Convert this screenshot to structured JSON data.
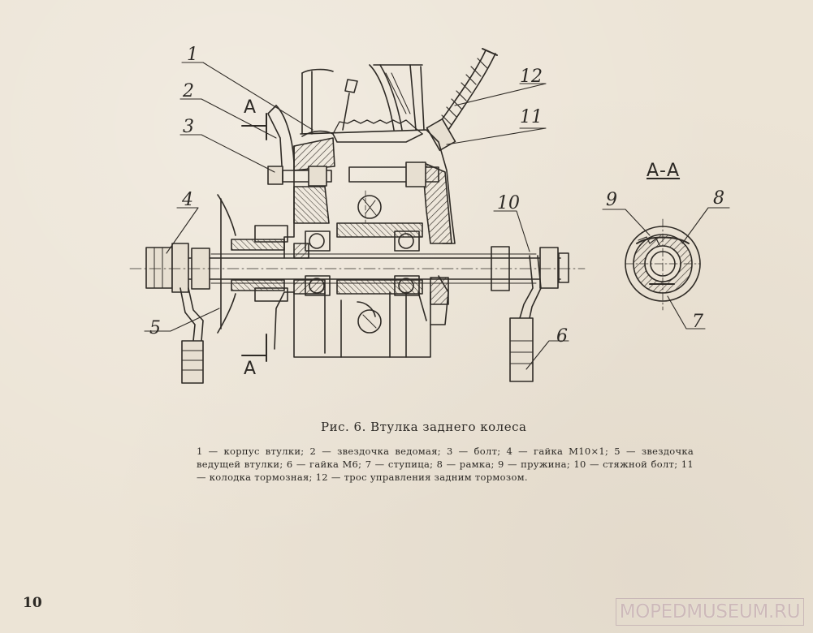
{
  "figure": {
    "callouts": [
      "1",
      "2",
      "3",
      "4",
      "5",
      "6",
      "7",
      "8",
      "9",
      "10",
      "11",
      "12"
    ],
    "section_marks": {
      "upper": "A",
      "lower": "A",
      "section_title": "А-А"
    }
  },
  "caption": {
    "title": "Рис. 6. Втулка заднего колеса",
    "legend": "1 — корпус втулки; 2 — звездочка ведомая; 3 — болт; 4 — гайка М10×1; 5 — звездочка ведущей втулки; 6 — гайка М6; 7 — ступица; 8 — рамка; 9 — пружина; 10 — стяжной болт; 11 — колодка тормозная; 12 — трос управления задним тормозом."
  },
  "page_number": "10",
  "watermark": "MOPEDMUSEUM.RU"
}
